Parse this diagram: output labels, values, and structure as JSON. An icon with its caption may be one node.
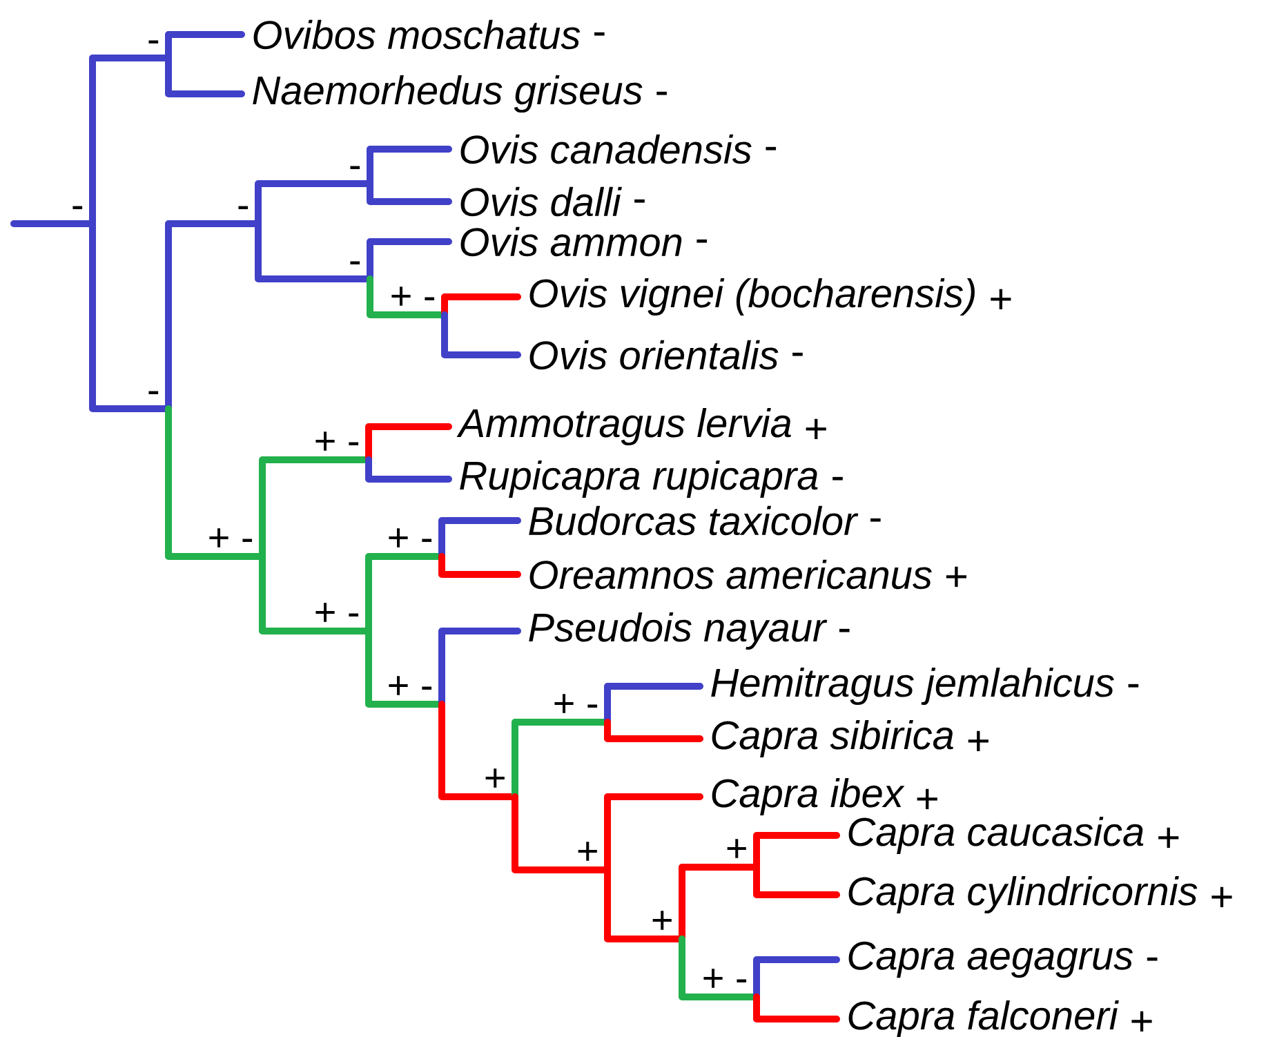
{
  "diagram": {
    "nodes": [
      {
        "text": [
          "Ovibos moschatus"
        ],
        "beside": [
          "-"
        ]
      },
      {
        "text": [
          "Naemorhedus griseus"
        ],
        "beside": [
          "-"
        ]
      },
      {
        "text": [
          "Ovis canadensis"
        ],
        "beside": [
          "-"
        ]
      },
      {
        "text": [
          "Ovis dalli"
        ],
        "beside": [
          "-"
        ]
      },
      {
        "text": [
          "Ovis ammon"
        ],
        "beside": [
          "-"
        ]
      },
      {
        "text": [
          "Ovis vignei (bocharensis)"
        ],
        "beside": [
          "+"
        ]
      },
      {
        "text": [
          "Ovis orientalis"
        ],
        "beside": [
          "-"
        ]
      },
      {
        "text": [
          "Ammotragus lervia"
        ],
        "beside": [
          "+"
        ]
      },
      {
        "text": [
          "Rupicapra rupicapra"
        ],
        "beside": [
          "-"
        ]
      },
      {
        "text": [
          "Budorcas taxicolor"
        ],
        "beside": [
          "-"
        ]
      },
      {
        "text": [
          "Oreamnos americanus"
        ],
        "beside": [
          "+"
        ]
      },
      {
        "text": [
          "Pseudois nayaur"
        ],
        "beside": [
          "-"
        ]
      },
      {
        "text": [
          "Hemitragus jemlahicus"
        ],
        "beside": [
          "-"
        ]
      },
      {
        "text": [
          "Capra sibirica"
        ],
        "beside": [
          "+"
        ]
      },
      {
        "text": [
          "Capra ibex"
        ],
        "beside": [
          "+"
        ]
      },
      {
        "text": [
          "Capra caucasica"
        ],
        "beside": [
          "+"
        ]
      },
      {
        "text": [
          "Capra cylindricornis"
        ],
        "beside": [
          "+"
        ]
      },
      {
        "text": [
          "Capra aegagrus"
        ],
        "beside": [
          "-"
        ]
      },
      {
        "text": [
          "Capra falconeri"
        ],
        "beside": [
          "+"
        ]
      },
      {
        "text": [],
        "shape": "point",
        "beside": [
          "-"
        ]
      },
      {
        "text": [],
        "shape": "point",
        "beside": [
          "-"
        ]
      },
      {
        "text": [],
        "shape": "point",
        "beside": [
          "-"
        ]
      },
      {
        "text": [],
        "shape": "point",
        "beside": [
          "-"
        ]
      },
      {
        "text": [],
        "shape": "point",
        "beside": [
          "-"
        ]
      },
      {
        "text": [],
        "shape": "point",
        "beside": [
          "-"
        ]
      },
      {
        "text": [],
        "shape": "point",
        "beside": [
          "+ -"
        ]
      },
      {
        "text": [],
        "shape": "point",
        "beside": [
          "+ -"
        ]
      },
      {
        "text": [],
        "shape": "point",
        "beside": [
          "+ -"
        ]
      },
      {
        "text": [],
        "shape": "point",
        "beside": [
          "+ -"
        ]
      },
      {
        "text": [],
        "shape": "point",
        "beside": [
          "+ -"
        ]
      },
      {
        "text": [],
        "shape": "point",
        "beside": [
          "+ -"
        ]
      },
      {
        "text": [],
        "shape": "point",
        "beside": [
          "+"
        ]
      },
      {
        "text": [],
        "shape": "point",
        "beside": [
          "+ -"
        ]
      },
      {
        "text": [],
        "shape": "point",
        "beside": [
          "+"
        ]
      },
      {
        "text": [],
        "shape": "point",
        "beside": [
          "+"
        ]
      },
      {
        "text": [],
        "shape": "point",
        "beside": [
          "+"
        ]
      },
      {
        "text": [],
        "shape": "point",
        "beside": [
          "+ -"
        ]
      }
    ],
    "edges": [
      {
        "from": null,
        "to": 19,
        "arrow": "none"
      },
      {
        "from": 19,
        "to": 20,
        "arrow": "none"
      },
      {
        "from": 19,
        "to": 21,
        "arrow": "none"
      },
      {
        "from": 20,
        "to": 0,
        "arrow": "none"
      },
      {
        "from": 20,
        "to": 1,
        "arrow": "none"
      },
      {
        "from": 21,
        "to": 22,
        "arrow": "none"
      },
      {
        "from": 21,
        "to": 26,
        "arrow": "none",
        "color": "#22b14c"
      },
      {
        "from": 22,
        "to": 23,
        "arrow": "none"
      },
      {
        "from": 22,
        "to": 24,
        "arrow": "none"
      },
      {
        "from": 23,
        "to": 2,
        "arrow": "none"
      },
      {
        "from": 23,
        "to": 3,
        "arrow": "none"
      },
      {
        "from": 24,
        "to": 4,
        "arrow": "none"
      },
      {
        "from": 24,
        "to": 25,
        "arrow": "none",
        "color": "#22b14c"
      },
      {
        "from": 25,
        "to": 5,
        "arrow": "none",
        "color": "#ff0000"
      },
      {
        "from": 25,
        "to": 6,
        "arrow": "none"
      },
      {
        "from": 26,
        "to": 27,
        "arrow": "none",
        "color": "#22b14c"
      },
      {
        "from": 26,
        "to": 28,
        "arrow": "none",
        "color": "#22b14c"
      },
      {
        "from": 27,
        "to": 7,
        "arrow": "none",
        "color": "#ff0000"
      },
      {
        "from": 27,
        "to": 8,
        "arrow": "none"
      },
      {
        "from": 28,
        "to": 29,
        "arrow": "none",
        "color": "#22b14c"
      },
      {
        "from": 28,
        "to": 30,
        "arrow": "none",
        "color": "#22b14c"
      },
      {
        "from": 29,
        "to": 9,
        "arrow": "none"
      },
      {
        "from": 29,
        "to": 10,
        "arrow": "none",
        "color": "#ff0000"
      },
      {
        "from": 30,
        "to": 11,
        "arrow": "none"
      },
      {
        "from": 30,
        "to": 31,
        "arrow": "none",
        "color": "#ff0000"
      },
      {
        "from": 31,
        "to": 32,
        "arrow": "none",
        "color": "#22b14c"
      },
      {
        "from": 31,
        "to": 33,
        "arrow": "none",
        "color": "#ff0000"
      },
      {
        "from": 32,
        "to": 12,
        "arrow": "none"
      },
      {
        "from": 32,
        "to": 13,
        "arrow": "none",
        "color": "#ff0000"
      },
      {
        "from": 33,
        "to": 14,
        "arrow": "none",
        "color": "#ff0000"
      },
      {
        "from": 33,
        "to": 34,
        "arrow": "none",
        "color": "#ff0000"
      },
      {
        "from": 34,
        "to": 35,
        "arrow": "none",
        "color": "#ff0000"
      },
      {
        "from": 34,
        "to": 36,
        "arrow": "none",
        "color": "#22b14c"
      },
      {
        "from": 35,
        "to": 15,
        "arrow": "none",
        "color": "#ff0000"
      },
      {
        "from": 35,
        "to": 16,
        "arrow": "none",
        "color": "#ff0000"
      },
      {
        "from": 36,
        "to": 17,
        "arrow": "none"
      },
      {
        "from": 36,
        "to": 18,
        "arrow": "none",
        "color": "#ff0000"
      }
    ]
  }
}
